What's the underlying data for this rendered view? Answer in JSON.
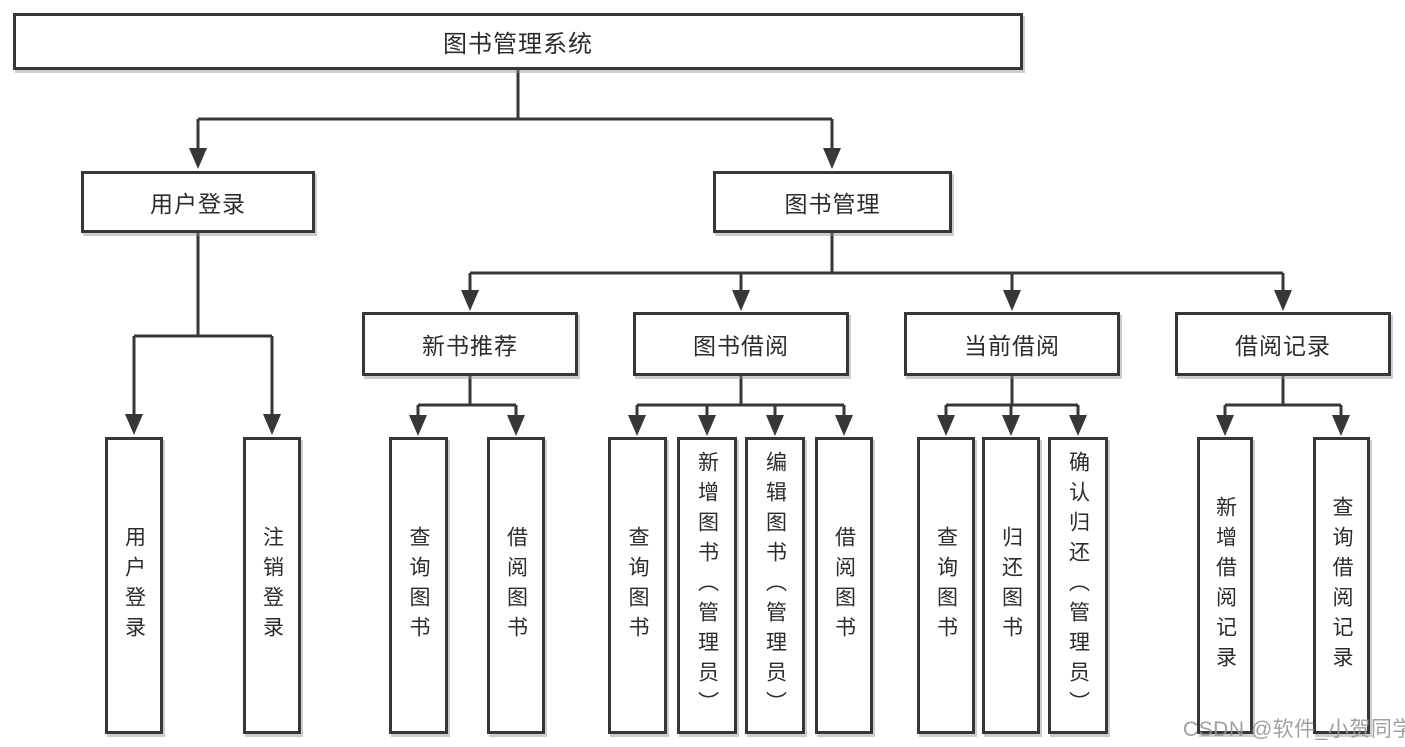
{
  "diagram": {
    "root": {
      "label": "图书管理系统"
    },
    "level2": [
      {
        "label": "用户登录",
        "children": [
          {
            "label": "用户登录"
          },
          {
            "label": "注销登录"
          }
        ]
      },
      {
        "label": "图书管理",
        "children": [
          {
            "label": "新书推荐",
            "children": [
              {
                "label": "查询图书"
              },
              {
                "label": "借阅图书"
              }
            ]
          },
          {
            "label": "图书借阅",
            "children": [
              {
                "label": "查询图书"
              },
              {
                "label": "新增图书（管理员）"
              },
              {
                "label": "编辑图书（管理员）"
              },
              {
                "label": "借阅图书"
              }
            ]
          },
          {
            "label": "当前借阅",
            "children": [
              {
                "label": "查询图书"
              },
              {
                "label": "归还图书"
              },
              {
                "label": "确认归还（管理员）"
              }
            ]
          },
          {
            "label": "借阅记录",
            "children": [
              {
                "label": "新增借阅记录"
              },
              {
                "label": "查询借阅记录"
              }
            ]
          }
        ]
      }
    ]
  },
  "watermark": {
    "text": "CSDN @软件_小贺同学"
  },
  "colors": {
    "line": "#373737",
    "box_border": "#373737",
    "text": "#2c2c2c",
    "watermark": "#98989e",
    "background": "#ffffff"
  }
}
